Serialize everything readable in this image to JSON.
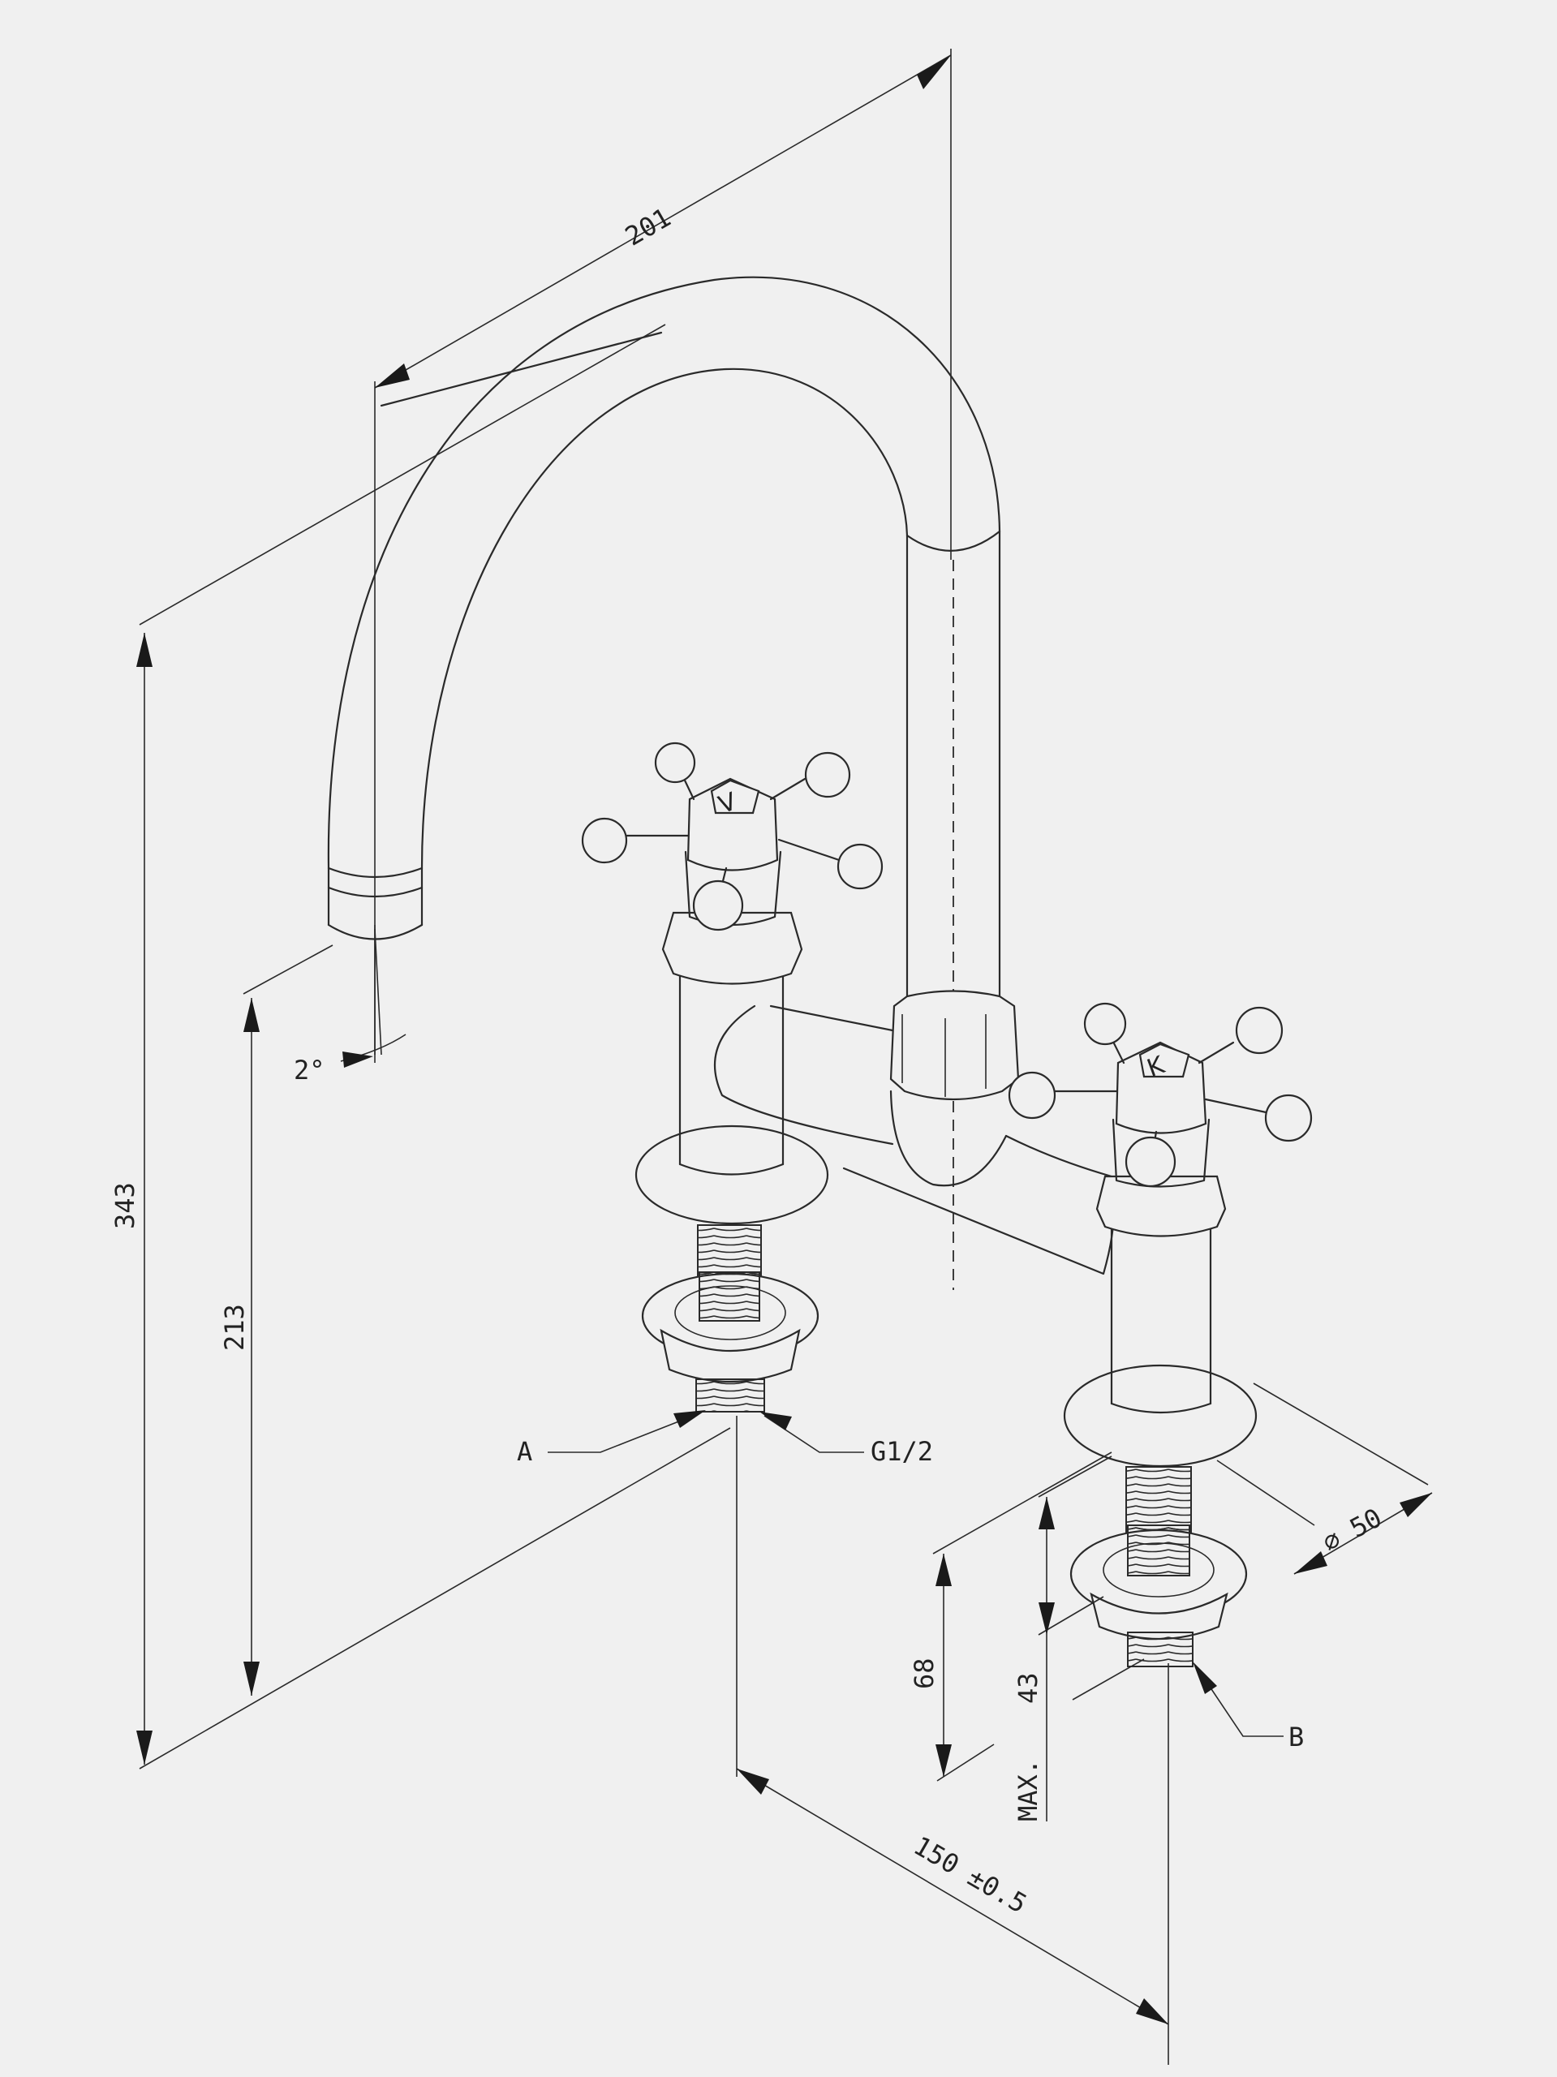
{
  "dimensions": {
    "reach": "201",
    "overall_height": "343",
    "spout_height": "213",
    "spout_angle": "2°",
    "tail_length": "68",
    "max_deck": "43",
    "max_label": "MAX.",
    "centres": "150 ±0.5",
    "flange_diameter": "50",
    "diameter_symbol": "⌀"
  },
  "callouts": {
    "a": "A",
    "b": "B",
    "thread": "G1/2"
  },
  "handle_marks": {
    "left": "V",
    "right": "K"
  }
}
